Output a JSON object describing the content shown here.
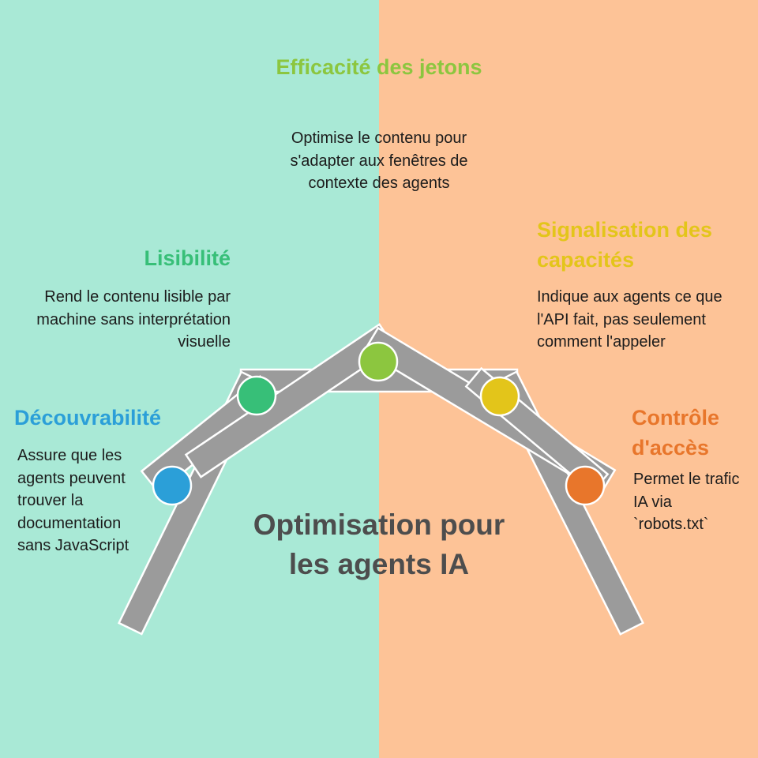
{
  "colors": {
    "background_left": "#a9e9d6",
    "background_right": "#fdc397",
    "frame": "#9b9b9b",
    "frame_outline": "#ffffff",
    "title_text": "#4d4d4d",
    "decouvrabilite": "#2b9fd8",
    "lisibilite": "#37bf78",
    "efficacite": "#8cc63f",
    "signalisation": "#e3c51a",
    "controle": "#e8762b"
  },
  "main_title": "Optimisation pour les agents IA",
  "features": [
    {
      "id": "decouvrabilite",
      "title": "Découvrabilité",
      "description": "Assure que les agents peuvent trouver la documentation sans JavaScript"
    },
    {
      "id": "lisibilite",
      "title": "Lisibilité",
      "description": "Rend le contenu lisible par machine sans interprétation visuelle"
    },
    {
      "id": "efficacite",
      "title": "Efficacité des jetons",
      "description": "Optimise le contenu pour s'adapter aux fenêtres de contexte des agents"
    },
    {
      "id": "signalisation",
      "title": "Signalisation des capacités",
      "description": "Indique aux agents ce que l'API fait, pas seulement comment l'appeler"
    },
    {
      "id": "controle",
      "title": "Contrôle d'accès",
      "description": "Permet le trafic IA via `robots.txt`"
    }
  ]
}
